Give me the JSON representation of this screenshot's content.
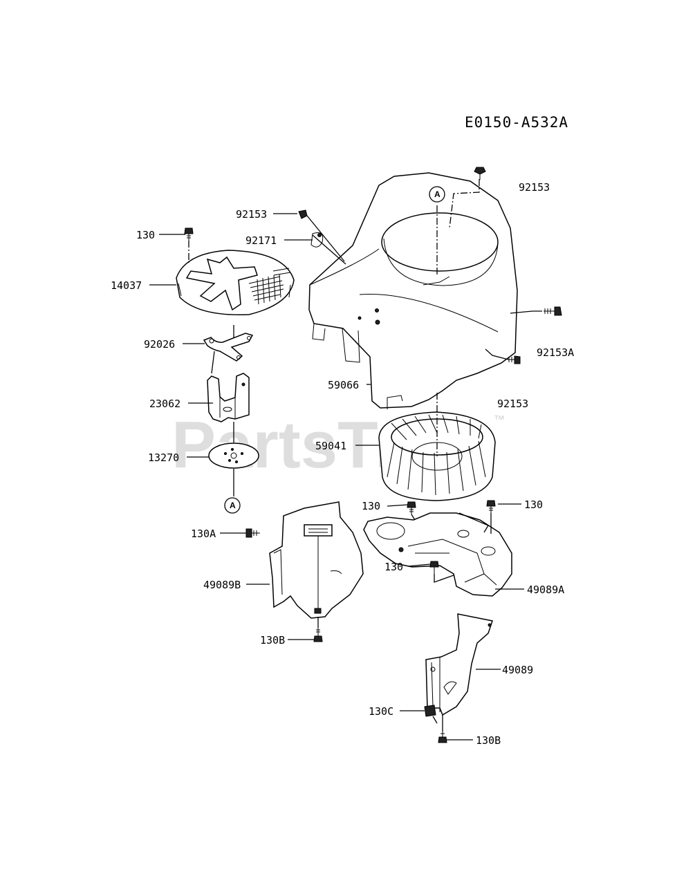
{
  "diagram_code": "E0150-A532A",
  "watermark": "PartsTree",
  "watermark_tm": "™",
  "reference_marker": "A",
  "callouts": {
    "c92153_top": "92153",
    "c92153_left": "92153",
    "c130_top": "130",
    "c92171": "92171",
    "c14037": "14037",
    "c92026": "92026",
    "c23062": "23062",
    "c13270": "13270",
    "c59066": "59066",
    "c92153A": "92153A",
    "c92153_mid": "92153",
    "c59041": "59041",
    "c130_mid_left": "130",
    "c130_mid_right": "130",
    "c130A": "130A",
    "c49089B": "49089B",
    "c130_lower": "130",
    "c49089A": "49089A",
    "c130B_left": "130B",
    "c49089": "49089",
    "c130C": "130C",
    "c130B_right": "130B"
  }
}
